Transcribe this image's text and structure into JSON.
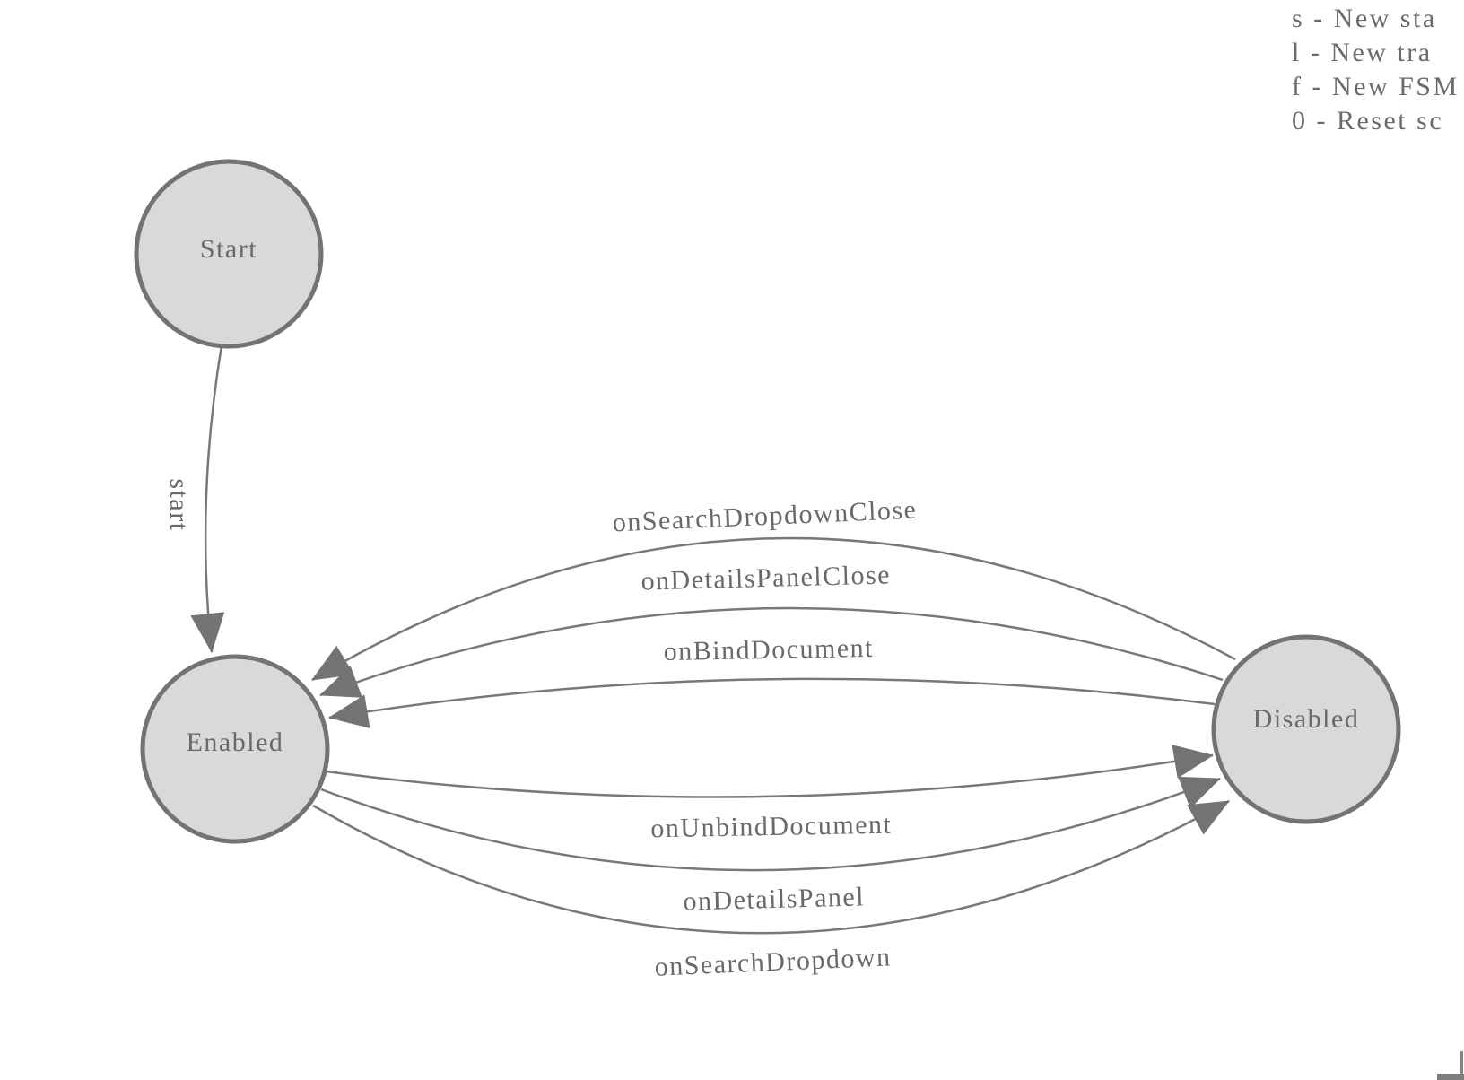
{
  "legend": {
    "lines": [
      "s - New sta",
      "l - New tra",
      "f - New FSM",
      "0 - Reset sc"
    ]
  },
  "nodes": [
    {
      "id": "start",
      "label": "Start"
    },
    {
      "id": "enabled",
      "label": "Enabled"
    },
    {
      "id": "disabled",
      "label": "Disabled"
    }
  ],
  "edges": [
    {
      "from": "start",
      "to": "enabled",
      "label": "start"
    },
    {
      "from": "disabled",
      "to": "enabled",
      "label": "onSearchDropdownClose"
    },
    {
      "from": "disabled",
      "to": "enabled",
      "label": "onDetailsPanelClose"
    },
    {
      "from": "disabled",
      "to": "enabled",
      "label": "onBindDocument"
    },
    {
      "from": "enabled",
      "to": "disabled",
      "label": "onUnbindDocument"
    },
    {
      "from": "enabled",
      "to": "disabled",
      "label": "onDetailsPanel"
    },
    {
      "from": "enabled",
      "to": "disabled",
      "label": "onSearchDropdown"
    }
  ],
  "colors": {
    "node_fill": "#d9d9d9",
    "node_stroke": "#737373",
    "edge_stroke": "#787878",
    "arrow_fill": "#737373",
    "text_color": "#696969",
    "legend_text": "#6a6a6a"
  }
}
